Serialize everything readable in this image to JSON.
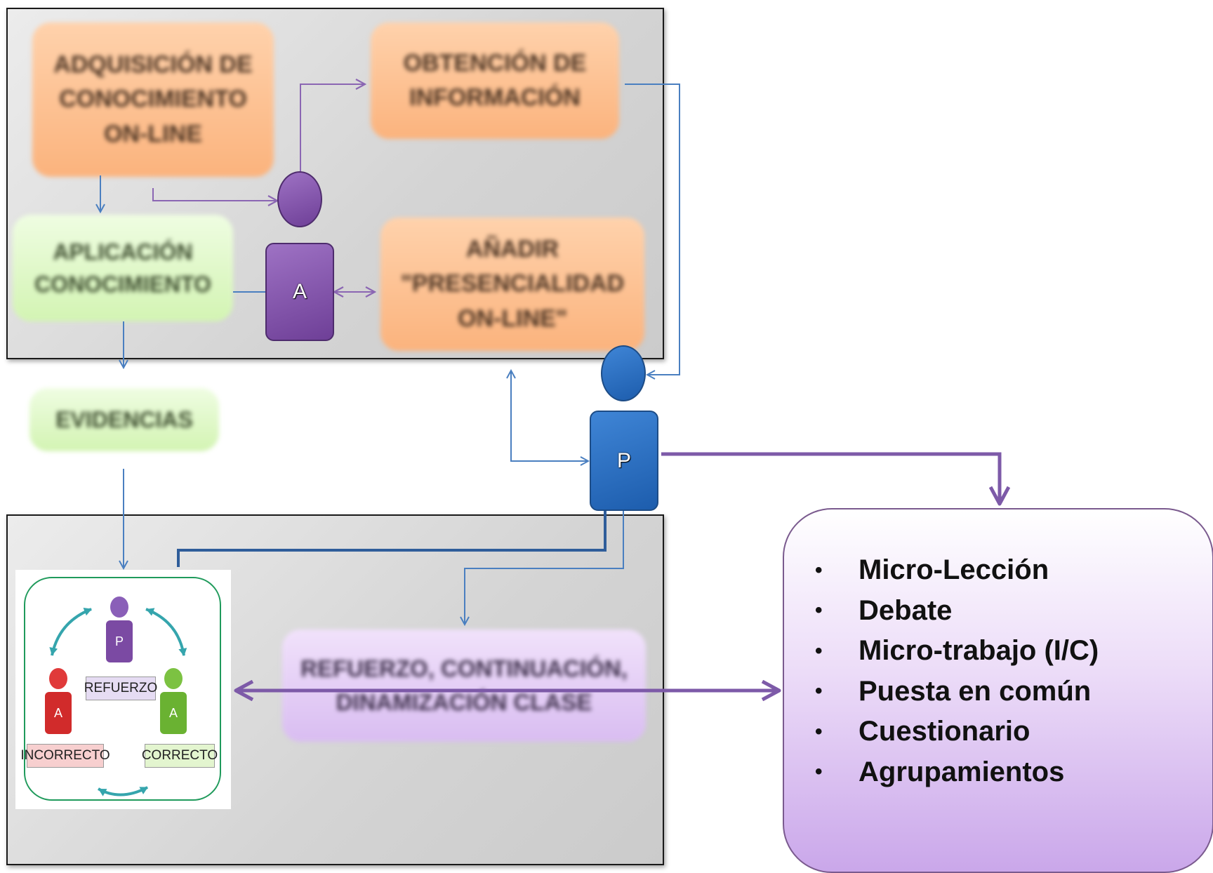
{
  "top_section": {
    "box_adquisicion": "ADQUISICIÓN DE CONOCIMIENTO ON-LINE",
    "box_obtencion": "OBTENCIÓN DE INFORMACIÓN",
    "box_aplicacion": "APLICACIÓN CONOCIMIENTO",
    "box_anadir": "AÑADIR \"PRESENCIALIDAD ON-LINE\"",
    "student_label": "A"
  },
  "evidencias_label": "EVIDENCIAS",
  "teacher_label": "P",
  "bottom_section": {
    "box_refuerzo": "REFUERZO, CONTINUACIÓN, DINAMIZACIÓN CLASE"
  },
  "inset": {
    "teacher_label": "P",
    "student_wrong_label": "A",
    "student_right_label": "A",
    "refuerzo": "REFUERZO",
    "incorrecto": "INCORRECTO",
    "correcto": "CORRECTO"
  },
  "activities": [
    "Micro-Lección",
    "Debate",
    "Micro-trabajo (I/C)",
    "Puesta en común",
    "Cuestionario",
    "Agrupamientos"
  ],
  "colors": {
    "orange_box": "#fbb37d",
    "green_box": "#d3f4b3",
    "purple_box": "#d9bdf1",
    "student_figure": "#7b4aa3",
    "teacher_figure": "#2a6bbd",
    "blue_connector": "#4a7fc0",
    "purple_connector": "#8b66b3"
  }
}
